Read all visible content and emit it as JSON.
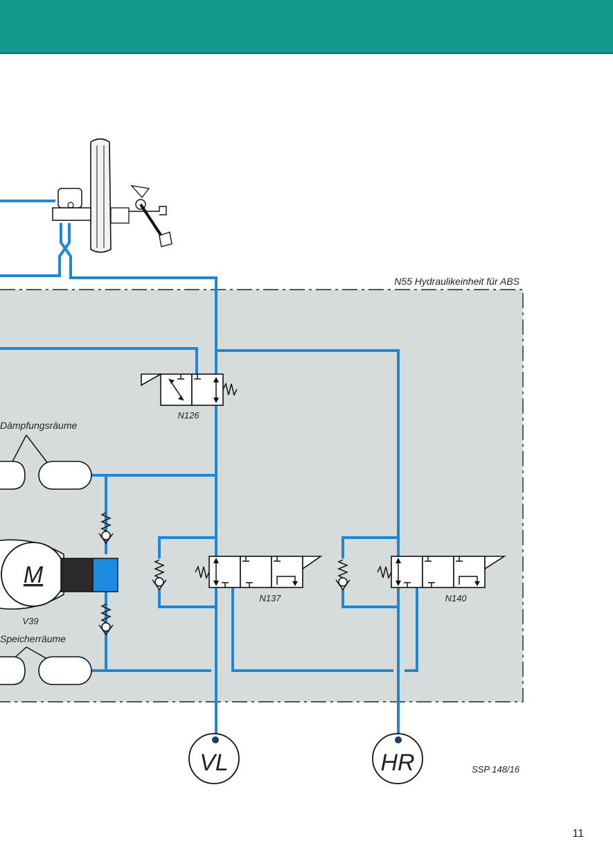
{
  "colors": {
    "header_band": "#13998d",
    "pipe": "#1f86d6",
    "unit_background": "#d6dbdc",
    "pump_chamber": "#1c8be0"
  },
  "labels": {
    "unit_title": "N55 Hydraulikeinheit für ABS",
    "valve_inlet": "N126",
    "valve_front_left": "N137",
    "valve_rear_right": "N140",
    "damping_chambers": "Dämpfungsräume",
    "storage_chambers": "Speicherräume",
    "motor_symbol": "M",
    "motor_label": "V39",
    "wheel_front_left": "VL",
    "wheel_rear_right": "HR",
    "figure_ref": "SSP 148/16"
  },
  "page_number": "11",
  "icons": [
    "brake-booster-icon",
    "brake-pedal-icon",
    "master-cylinder-icon",
    "spring-icon",
    "check-valve-icon",
    "motor-icon"
  ]
}
